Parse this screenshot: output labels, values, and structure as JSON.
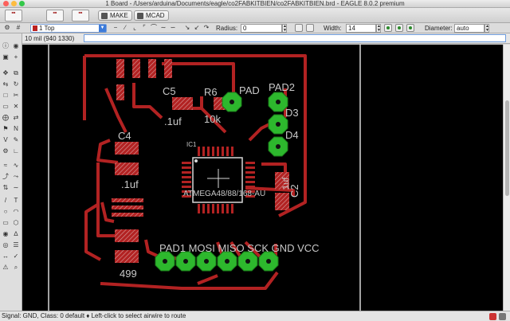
{
  "window": {
    "title": "1 Board - /Users/arduina/Documents/eagle/co2FABKITBIEN/co2FABKITBIEN.brd - EAGLE 8.0.2 premium"
  },
  "toolbar": {
    "buttons": [
      "MAKE",
      "MCAD"
    ]
  },
  "params": {
    "layer": "1 Top",
    "radius_label": "Radius:",
    "radius_value": "0",
    "width_label": "Width:",
    "width_value": "14",
    "diameter_label": "Diameter:",
    "diameter_value": "auto"
  },
  "command": {
    "grid_coord": "10 mil (940 1330)"
  },
  "status": {
    "text": "Signal: GND, Class: 0 default  ♦ Left-click to select airwire to route"
  },
  "board": {
    "labels": {
      "c5": "C5",
      "r6": "R6",
      "pad": "PAD",
      "pad2": "PAD2",
      "d3": "D3",
      "d4": "D4",
      "c5_val": ".1uf",
      "r6_val": "10k",
      "c4": "C4",
      "c4_val": ".1uf",
      "ic1": "IC1",
      "ic1_val": "ATMEGA48/88/168-AU",
      "c2": "C2",
      "c2_val": "1uf",
      "r_val": "499",
      "hdr": "PAD1 MOSI MISO SCK GND VCC"
    }
  },
  "colors": {
    "background": "#000000",
    "copper_top": "#b22222",
    "pad": "#2db82d",
    "outline": "#d8d8d8",
    "text": "#c8c8c8"
  }
}
